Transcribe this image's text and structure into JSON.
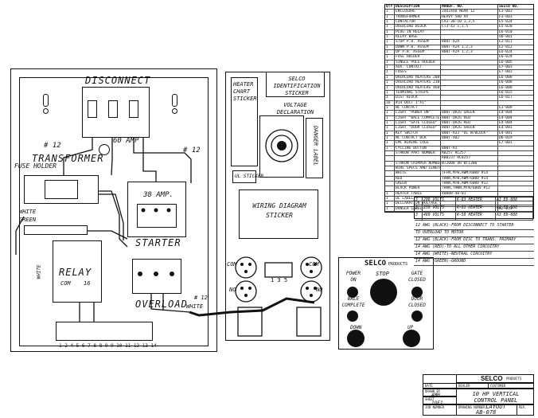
{
  "disconnect": {
    "title": "DISCONNECT",
    "rating": "60 AMP"
  },
  "transformer": {
    "title": "TRANSFORMER",
    "fuse_holder": "FUSE HOLDER",
    "wire12a": "# 12",
    "wire12b": "# 12"
  },
  "contactor": {
    "rating": "38 AMP."
  },
  "wires": {
    "white": "WHITE",
    "green": "GREEN"
  },
  "starter": {
    "title": "STARTER",
    "overload": "OVERLOAD",
    "white": "WHITE",
    "wire12": "# 12"
  },
  "relay": {
    "title": "RELAY",
    "com": "COM",
    "no": "16"
  },
  "terminal_strip": {
    "numbers": "1 2 4   5 6 7   8 8 9   9 10 11 12 13 14"
  },
  "middle": {
    "heater_chart": "HEATER CHART STICKER",
    "selco_id": "SELCO IDENTIFICATION STICKER",
    "voltage": "VOLTAGE DECLARATION",
    "danger": "DANGER LABEL",
    "ul": "UL STICKER",
    "wiring": "WIRING DIAGRAM STICKER",
    "com_left": "COM",
    "com_right": "COM",
    "no_left": "NO",
    "no_right": "NO",
    "terminal": "1 3 5"
  },
  "control_panel": {
    "brand": "SELCO",
    "products": "PRODUCTS",
    "power_on": "POWER ON",
    "stop": "STOP",
    "gate_closed": "GATE CLOSED",
    "bale_complete": "BALE COMPLETE",
    "door_closed": "DOOR CLOSED",
    "down": "DOWN",
    "up": "UP"
  },
  "bom_header": [
    "QTY",
    "DESCRIPTION",
    "MANUF. NO.",
    "SELCO NO."
  ],
  "bom_rows": [
    [
      "1",
      "ENCLOSURE",
      "24X24X8 NEMA 12",
      "E3-003"
    ],
    [
      "1",
      "TRANSFORMER",
      "HEAVY 500 VA",
      "F3-003"
    ],
    [
      "1",
      "CONTACTOR",
      "CA3-30-10 1,3,5",
      "E5-024"
    ],
    [
      "1",
      "OVERLOAD BLOCK",
      "CT3-42 1,3,5",
      "E5-020"
    ],
    [
      "1",
      "PLUG IN RELAY",
      "",
      "E6-010"
    ],
    [
      "1",
      "RELAY BASE",
      "",
      "OD-001"
    ],
    [
      "1",
      "STOP P.B. ASSEM",
      "800T-A2A",
      "E2-011"
    ],
    [
      "1",
      "DOWN P.B. ASSEM",
      "800T-A2A 1,2,3",
      "E2-012"
    ],
    [
      "1",
      "UP P.B. ASSEM",
      "800T-A2A 1,2,3",
      "E6-024"
    ],
    [
      "1",
      "FUSE HOLDER",
      "",
      "E6-024"
    ],
    [
      "1",
      "SINGLE POLE HOLDER",
      "",
      "E6-005"
    ],
    [
      "1",
      "AUX. CONTACT",
      "",
      "E7-003"
    ],
    [
      "1",
      "FUSES",
      "",
      "E7-002"
    ],
    [
      "1",
      "OVERLOAD HEATERS 208V",
      "",
      "E6-008"
    ],
    [
      "1",
      "OVERLOAD HEATERS 230V",
      "",
      "E6-008"
    ],
    [
      "1",
      "OVERLOAD HEATERS 460V",
      "",
      "E6-008"
    ],
    [
      "1",
      "TERMINAL STRIPS",
      "",
      "E6-015"
    ],
    [
      "1",
      "DIST BLOCK",
      "",
      "E6-017"
    ],
    [
      "16",
      "#14 DUCT 1\"X1\"",
      "",
      ""
    ],
    [
      "1",
      "NC CONTACT",
      "",
      "E3-009"
    ],
    [
      "1",
      "LIGHT \"POWER ON\"",
      "800T-QH2G GREEN",
      "E4-004"
    ],
    [
      "1",
      "LIGHT \"BALE COMPLETE\"",
      "800T-QH2G RED",
      "E4-004"
    ],
    [
      "1",
      "LIGHT \"GATE CLOSED\"",
      "800T-QH2G RED",
      "E4-004"
    ],
    [
      "1",
      "LIGHT \"DOOR CLOSED\"",
      "800T-QH2G GREEN",
      "E4-001"
    ],
    [
      "1",
      "KEY SWITCH",
      "800T-H33 \"UL W/BLOCK\"",
      "E4-001"
    ],
    [
      "1",
      "NC CONTACT BLK",
      "800T-XD2",
      "D6-019"
    ],
    [
      "1",
      "EMC WIRING LUGS",
      "",
      "E7-001"
    ],
    [
      "1",
      "CYCLING BUTTON",
      "800T-H1",
      ""
    ],
    [
      "",
      "STAKON PART NUMBER",
      "RB257 RC257",
      ""
    ],
    [
      "",
      "",
      "RB0237 RC0257",
      ""
    ],
    [
      "",
      "STAKON CRIMPER NUMBER",
      "WT2000 OR WT1300",
      ""
    ],
    [
      "",
      "WIRE SPECS AND LENGTH",
      "",
      ""
    ],
    [
      "",
      "WHITE",
      "TFFN,MTW,AWM/600V #14",
      ""
    ],
    [
      "",
      "RED",
      "THHN,MTW,AWM/600V #14",
      ""
    ],
    [
      "",
      "GREEN",
      "THHN,MTW,AWM/600V #12",
      ""
    ],
    [
      "",
      "BLACK POWER",
      "THHN,THWN,MTW/600V #12",
      ""
    ],
    [
      "1",
      "HEATER TABLE",
      "40088-40-01",
      ""
    ],
    [
      "1",
      "UL LABEL",
      "",
      ""
    ],
    [
      "1",
      "DECLARATION VOLTAGE LABEL",
      "",
      ""
    ],
    [
      "1",
      "DANGER LABEL",
      "",
      "N2-033"
    ]
  ],
  "voltage_rows": [
    [
      "3",
      "208 VOLTS",
      "K-63 HEATER",
      "A3 E8-088"
    ],
    [
      "3",
      "230 VOLTS",
      "K-61 HEATER",
      "A3 E8-088"
    ],
    [
      "3",
      "460 VOLTS",
      "K-58 HEATER",
      "A3 E8-088"
    ]
  ],
  "wiring_notes": [
    "12 AWG (BLACK)-FROM DISCONNECT TO STARTER",
    "TO OVERLOAD TO MOTOR",
    "12 AWG (BLACK)-FROM DISC TO TRANS. PRIMARY",
    "14 AWG (RED)-TO ALL OTHER CIRCUITRY",
    "14 AWG (WHITE)-NEUTRAL CIRCUITRY",
    "14 AWG (GREEN)-GROUND"
  ],
  "title_block": {
    "brand": "SELCO",
    "products": "PRODUCTS",
    "date_label": "DATE",
    "dealer_label": "DEALER",
    "customer_label": "CUSTOMER",
    "drawn_by_label": "DRAWN BY",
    "drawn_by": "AMH",
    "sheet_label": "SHEET",
    "sheet": "1OF1",
    "title": "10 HP VERTICAL CONTROL PANEL LAYOUT",
    "job_label": "JOB NUMBER",
    "drawing_label": "DRAWING NUMBER",
    "drawing_no": "AB-078",
    "rev_label": "REV."
  }
}
